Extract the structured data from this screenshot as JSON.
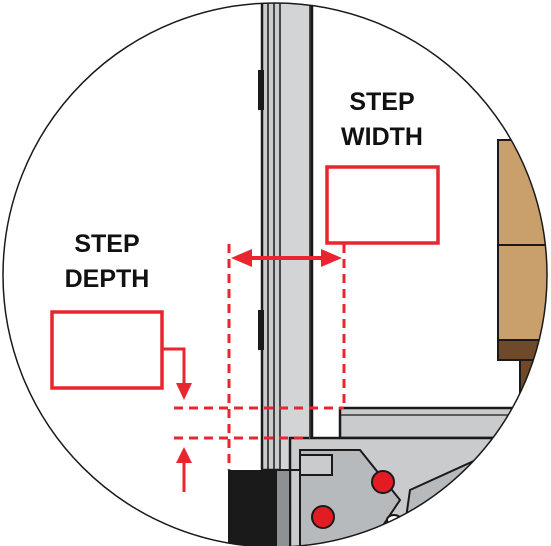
{
  "labels": {
    "step_width": {
      "line1": "STEP",
      "line2": "WIDTH"
    },
    "step_depth": {
      "line1": "STEP",
      "line2": "DEPTH"
    }
  },
  "answer_boxes": {
    "step_width_value": "",
    "step_depth_value": ""
  },
  "colors": {
    "annotation": "#e8262f",
    "panel_gray": "#c9cbcd",
    "panel_dark": "#8e9194",
    "wood": "#c9a06b",
    "wood_dark": "#6e4a2a",
    "bolt": "#e31b23",
    "outline": "#1a1a1a"
  }
}
